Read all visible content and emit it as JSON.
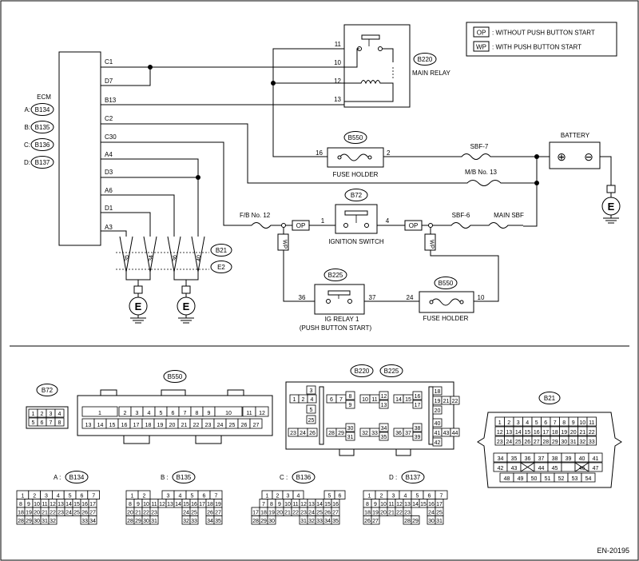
{
  "legend": [
    {
      "code": "OP",
      "text": ": WITHOUT PUSH BUTTON START"
    },
    {
      "code": "WP",
      "text": ": WITH PUSH BUTTON START"
    }
  ],
  "ecm": {
    "title": "ECM",
    "connectors": [
      {
        "letter": "A:",
        "code": "B134"
      },
      {
        "letter": "B:",
        "code": "B135"
      },
      {
        "letter": "C:",
        "code": "B136"
      },
      {
        "letter": "D:",
        "code": "B137"
      }
    ],
    "pins": [
      "C1",
      "D7",
      "B13",
      "C2",
      "C30",
      "A4",
      "D3",
      "A6",
      "D1",
      "A3"
    ]
  },
  "main_relay": {
    "code": "B220",
    "label": "MAIN RELAY",
    "pins": [
      "11",
      "10",
      "12",
      "13"
    ]
  },
  "fuse_holder_top": {
    "code": "B550",
    "label": "FUSE HOLDER",
    "pin_left": "16",
    "pin_right": "2"
  },
  "battery": {
    "label": "BATTERY",
    "plus": "⊕",
    "minus": "⊖"
  },
  "fuses": {
    "sbf7": "SBF-7",
    "mb13": "M/B No. 13",
    "fb12": "F/B No. 12",
    "sbf6": "SBF-6",
    "main_sbf": "MAIN SBF"
  },
  "ignition_switch": {
    "code": "B72",
    "label": "IGNITION SWITCH",
    "pin_left": "1",
    "pin_right": "4"
  },
  "ig_relay": {
    "code": "B225",
    "label_line1": "IG RELAY 1",
    "label_line2": "(PUSH BUTTON START)",
    "pin_left": "36",
    "pin_right": "37"
  },
  "fuse_holder_bottom": {
    "code": "B550",
    "label": "FUSE HOLDER",
    "pin_left": "24",
    "pin_right": "10"
  },
  "ground_connector": {
    "code1": "B21",
    "code2": "E2",
    "pins": [
      "35",
      "34",
      "36",
      "40"
    ]
  },
  "ground_symbol": "E",
  "tags": {
    "op": "OP",
    "wp": "WP"
  },
  "connector_views": {
    "b72": {
      "code": "B72"
    },
    "b550": {
      "code": "B550"
    },
    "b220": {
      "code": "B220"
    },
    "b225": {
      "code": "B225"
    },
    "b21": {
      "code": "B21"
    },
    "b134": {
      "prefix": "A :",
      "code": "B134"
    },
    "b135": {
      "prefix": "B :",
      "code": "B135"
    },
    "b136": {
      "prefix": "C :",
      "code": "B136"
    },
    "b137": {
      "prefix": "D :",
      "code": "B137"
    }
  },
  "doc_id": "EN-20195"
}
